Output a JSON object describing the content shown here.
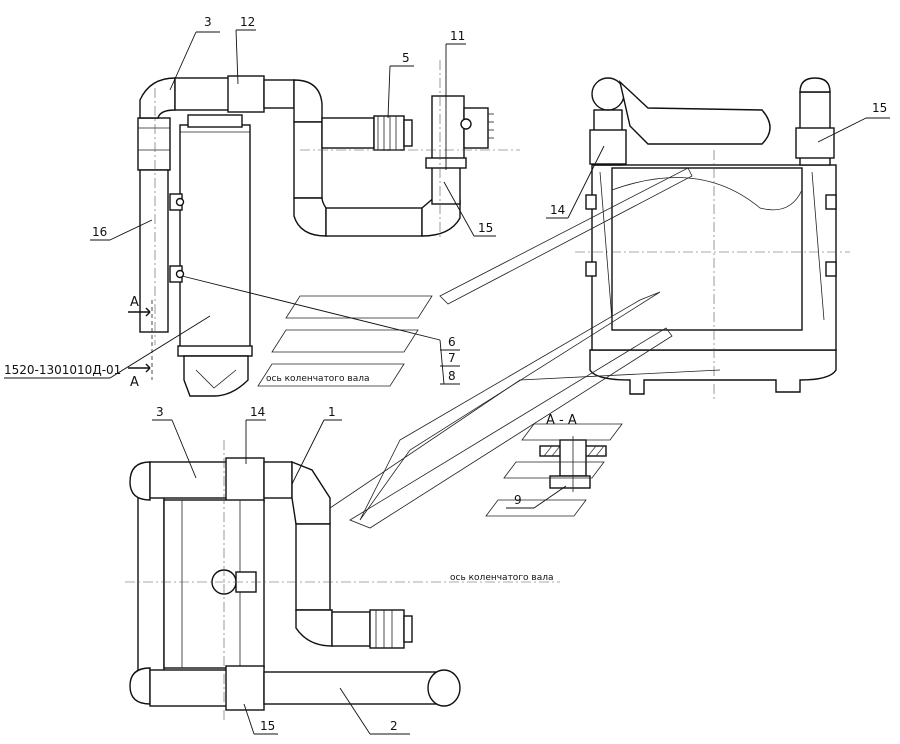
{
  "callouts": {
    "c1": "1",
    "c2": "2",
    "c3_top": "3",
    "c3_bottom": "3",
    "c5": "5",
    "c6": "6",
    "c7": "7",
    "c8": "8",
    "c9": "9",
    "c11": "11",
    "c12": "12",
    "c14_right": "14",
    "c14_bottom": "14",
    "c15_top": "15",
    "c15_right": "15",
    "c15_bottom": "15",
    "c16": "16"
  },
  "part_number": "1520-1301010Д-01",
  "section_marker": "А",
  "section_label": "А - А",
  "axis_labels": {
    "crankshaft_small": "ось коленчатого вала",
    "crankshaft_main": "ось коленчатого вала"
  }
}
